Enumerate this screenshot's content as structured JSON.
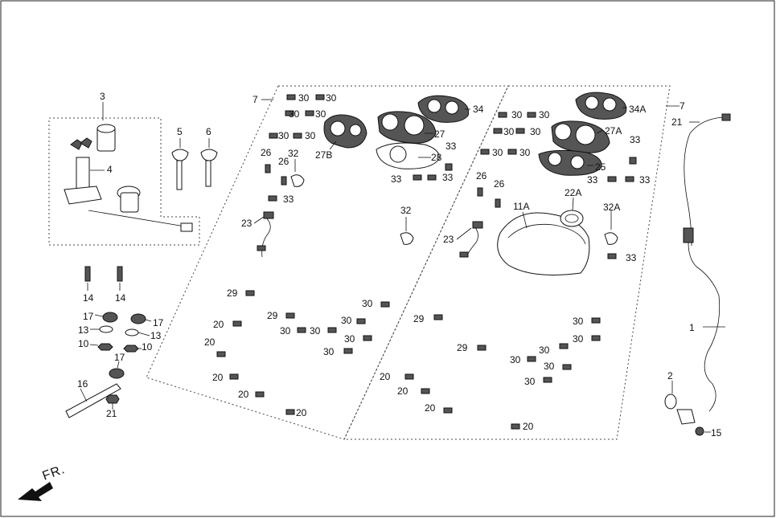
{
  "diagram": {
    "direction_label": "FR.",
    "labels": {
      "p1": "1",
      "p2": "2",
      "p3": "3",
      "p4": "4",
      "p5": "5",
      "p6": "6",
      "p7": "7",
      "p10": "10",
      "p11A": "11A",
      "p13": "13",
      "p14": "14",
      "p15": "15",
      "p16": "16",
      "p17": "17",
      "p20": "20",
      "p21": "21",
      "p22A": "22A",
      "p23": "23",
      "p25": "25",
      "p26": "26",
      "p27": "27",
      "p27A": "27A",
      "p27B": "27B",
      "p28": "28",
      "p29": "29",
      "p30": "30",
      "p32": "32",
      "p32A": "32A",
      "p33": "33",
      "p34": "34",
      "p34A": "34A"
    }
  }
}
